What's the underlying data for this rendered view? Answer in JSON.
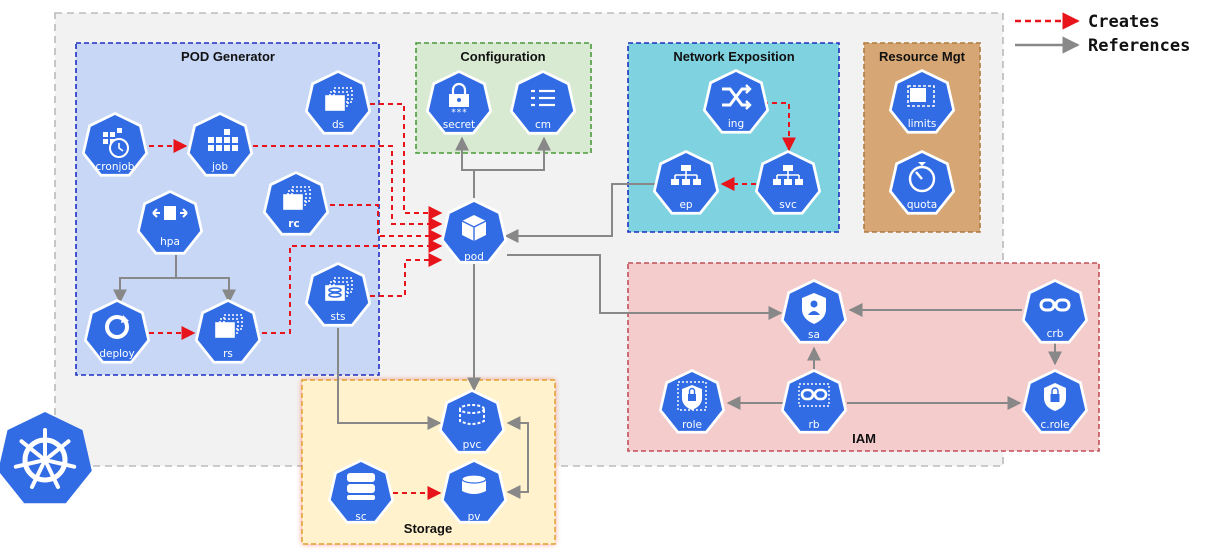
{
  "legend": {
    "creates": "Creates",
    "references": "References"
  },
  "colors": {
    "creates": "#e8141b",
    "references": "#888888",
    "node_fill": "#326ce5",
    "pod_generator_bg": "#c7d7f5",
    "configuration_bg": "#d9ead3",
    "network_bg": "#7fd2e0",
    "resource_bg": "#d6a774",
    "iam_bg": "#f4cccc",
    "storage_bg": "#fff2cc"
  },
  "groups": {
    "pod_generator": "POD Generator",
    "configuration": "Configuration",
    "network": "Network Exposition",
    "resource": "Resource Mgt",
    "iam": "IAM",
    "storage": "Storage"
  },
  "nodes": {
    "ds": "ds",
    "cronjob": "cronjob",
    "job": "job",
    "rc": "rc",
    "hpa": "hpa",
    "sts": "sts",
    "deploy": "deploy",
    "rs": "rs",
    "secret": "secret",
    "cm": "cm",
    "ing": "ing",
    "ep": "ep",
    "svc": "svc",
    "limits": "limits",
    "quota": "quota",
    "pod": "pod",
    "sa": "sa",
    "crb": "crb",
    "role": "role",
    "rb": "rb",
    "crole": "c.role",
    "pvc": "pvc",
    "sc": "sc",
    "pv": "pv"
  }
}
